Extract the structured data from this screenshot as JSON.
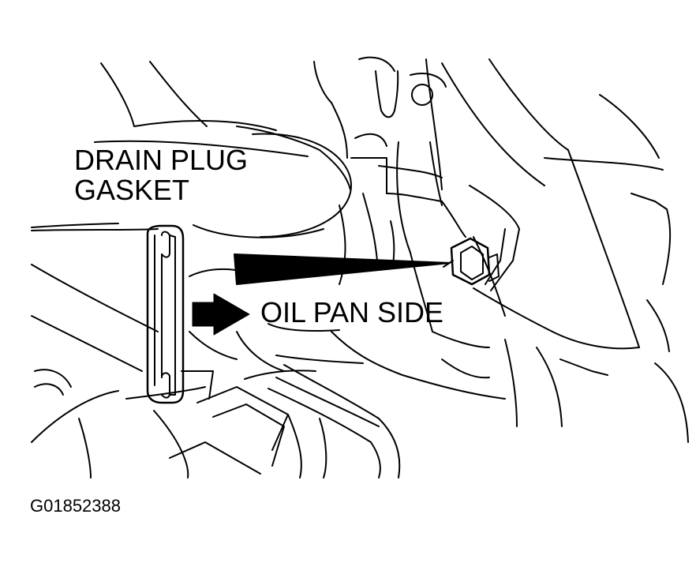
{
  "labels": {
    "drain_plug_gasket_line1": "DRAIN PLUG",
    "drain_plug_gasket_line2": "GASKET",
    "oil_pan_side": "OIL PAN SIDE",
    "figure_code": "G01852388"
  },
  "colors": {
    "ink": "#000000",
    "paper": "#ffffff"
  }
}
